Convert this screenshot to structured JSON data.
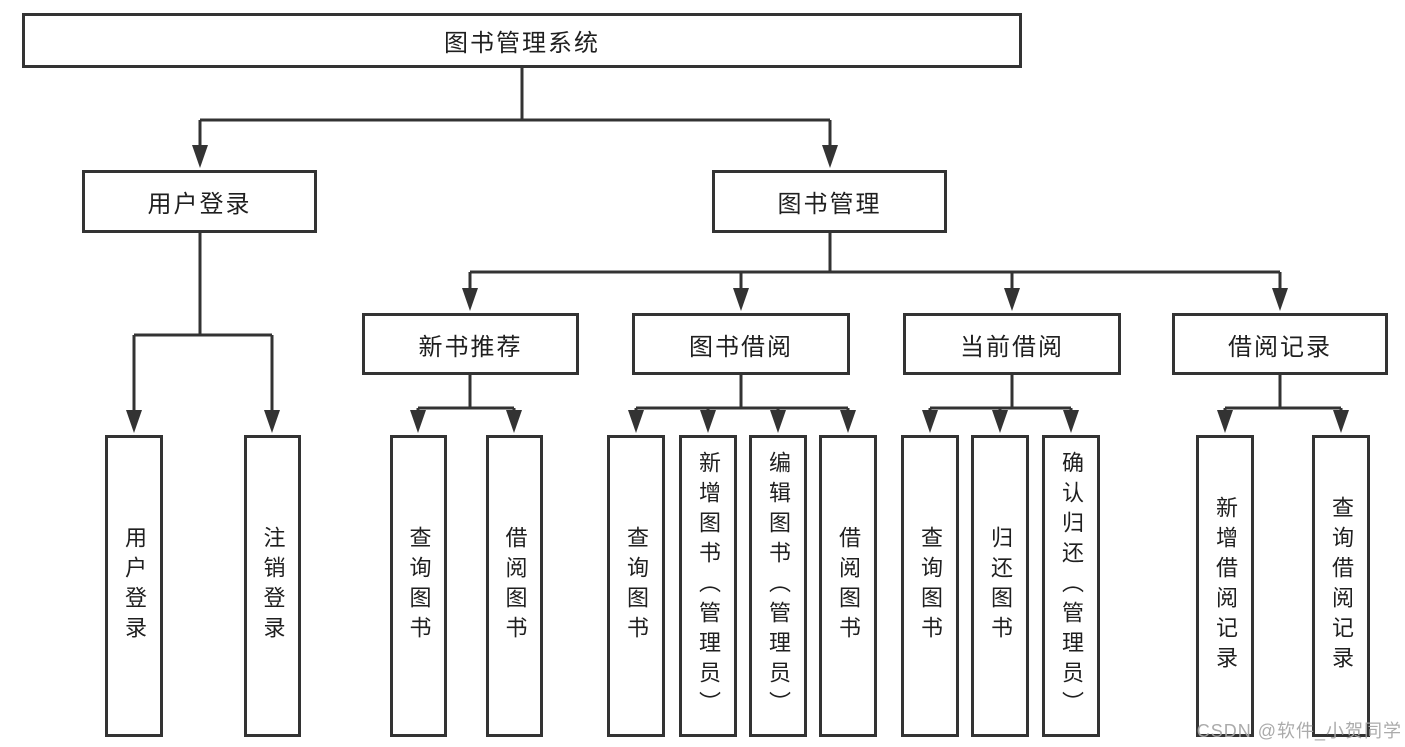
{
  "diagram": {
    "title": "图书管理系统",
    "tree": {
      "root": {
        "label": "图书管理系统",
        "children": [
          {
            "label": "用户登录",
            "children": [
              {
                "label": "用户登录"
              },
              {
                "label": "注销登录"
              }
            ]
          },
          {
            "label": "图书管理",
            "children": [
              {
                "label": "新书推荐",
                "children": [
                  {
                    "label": "查询图书"
                  },
                  {
                    "label": "借阅图书"
                  }
                ]
              },
              {
                "label": "图书借阅",
                "children": [
                  {
                    "label": "查询图书"
                  },
                  {
                    "label": "新增图书（管理员）"
                  },
                  {
                    "label": "编辑图书（管理员）"
                  },
                  {
                    "label": "借阅图书"
                  }
                ]
              },
              {
                "label": "当前借阅",
                "children": [
                  {
                    "label": "查询图书"
                  },
                  {
                    "label": "归还图书"
                  },
                  {
                    "label": "确认归还（管理员）"
                  }
                ]
              },
              {
                "label": "借阅记录",
                "children": [
                  {
                    "label": "新增借阅记录"
                  },
                  {
                    "label": "查询借阅记录"
                  }
                ]
              }
            ]
          }
        ]
      }
    },
    "watermark": "CSDN @软件_小贺同学",
    "colors": {
      "line": "#333333",
      "box_border": "#333333",
      "box_fill": "#ffffff",
      "text": "#1f1f1f",
      "watermark": "#a6a6a6",
      "background": "#ffffff"
    }
  }
}
